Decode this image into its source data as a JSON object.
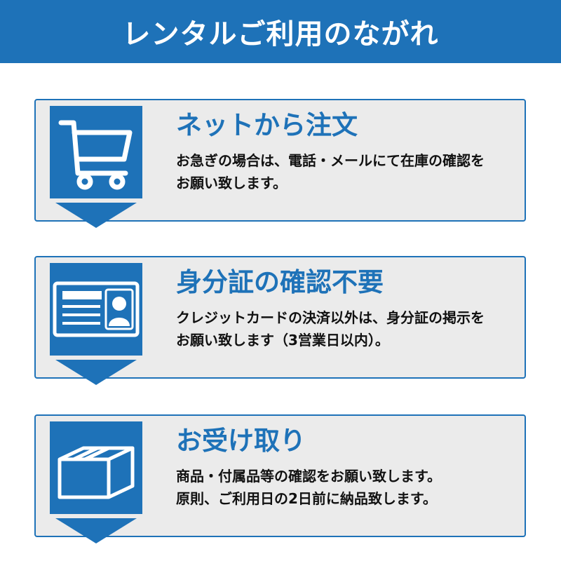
{
  "header": {
    "title": "レンタルご利用のながれ"
  },
  "colors": {
    "accent": "#1e72b8",
    "card_bg": "#ebebeb",
    "text": "#111111"
  },
  "steps": [
    {
      "icon": "shopping-cart-icon",
      "title": "ネットから注文",
      "lines": [
        "お急ぎの場合は、電話・メールにて在庫の確認を",
        "お願い致します。"
      ]
    },
    {
      "icon": "id-card-icon",
      "title": "身分証の確認不要",
      "lines": [
        "クレジットカードの決済以外は、身分証の掲示を",
        "お願い致します（3営業日以内）。"
      ]
    },
    {
      "icon": "package-box-icon",
      "title": "お受け取り",
      "lines": [
        "商品・付属品等の確認をお願い致します。",
        "原則、ご利用日の2日前に納品致します。"
      ]
    }
  ]
}
